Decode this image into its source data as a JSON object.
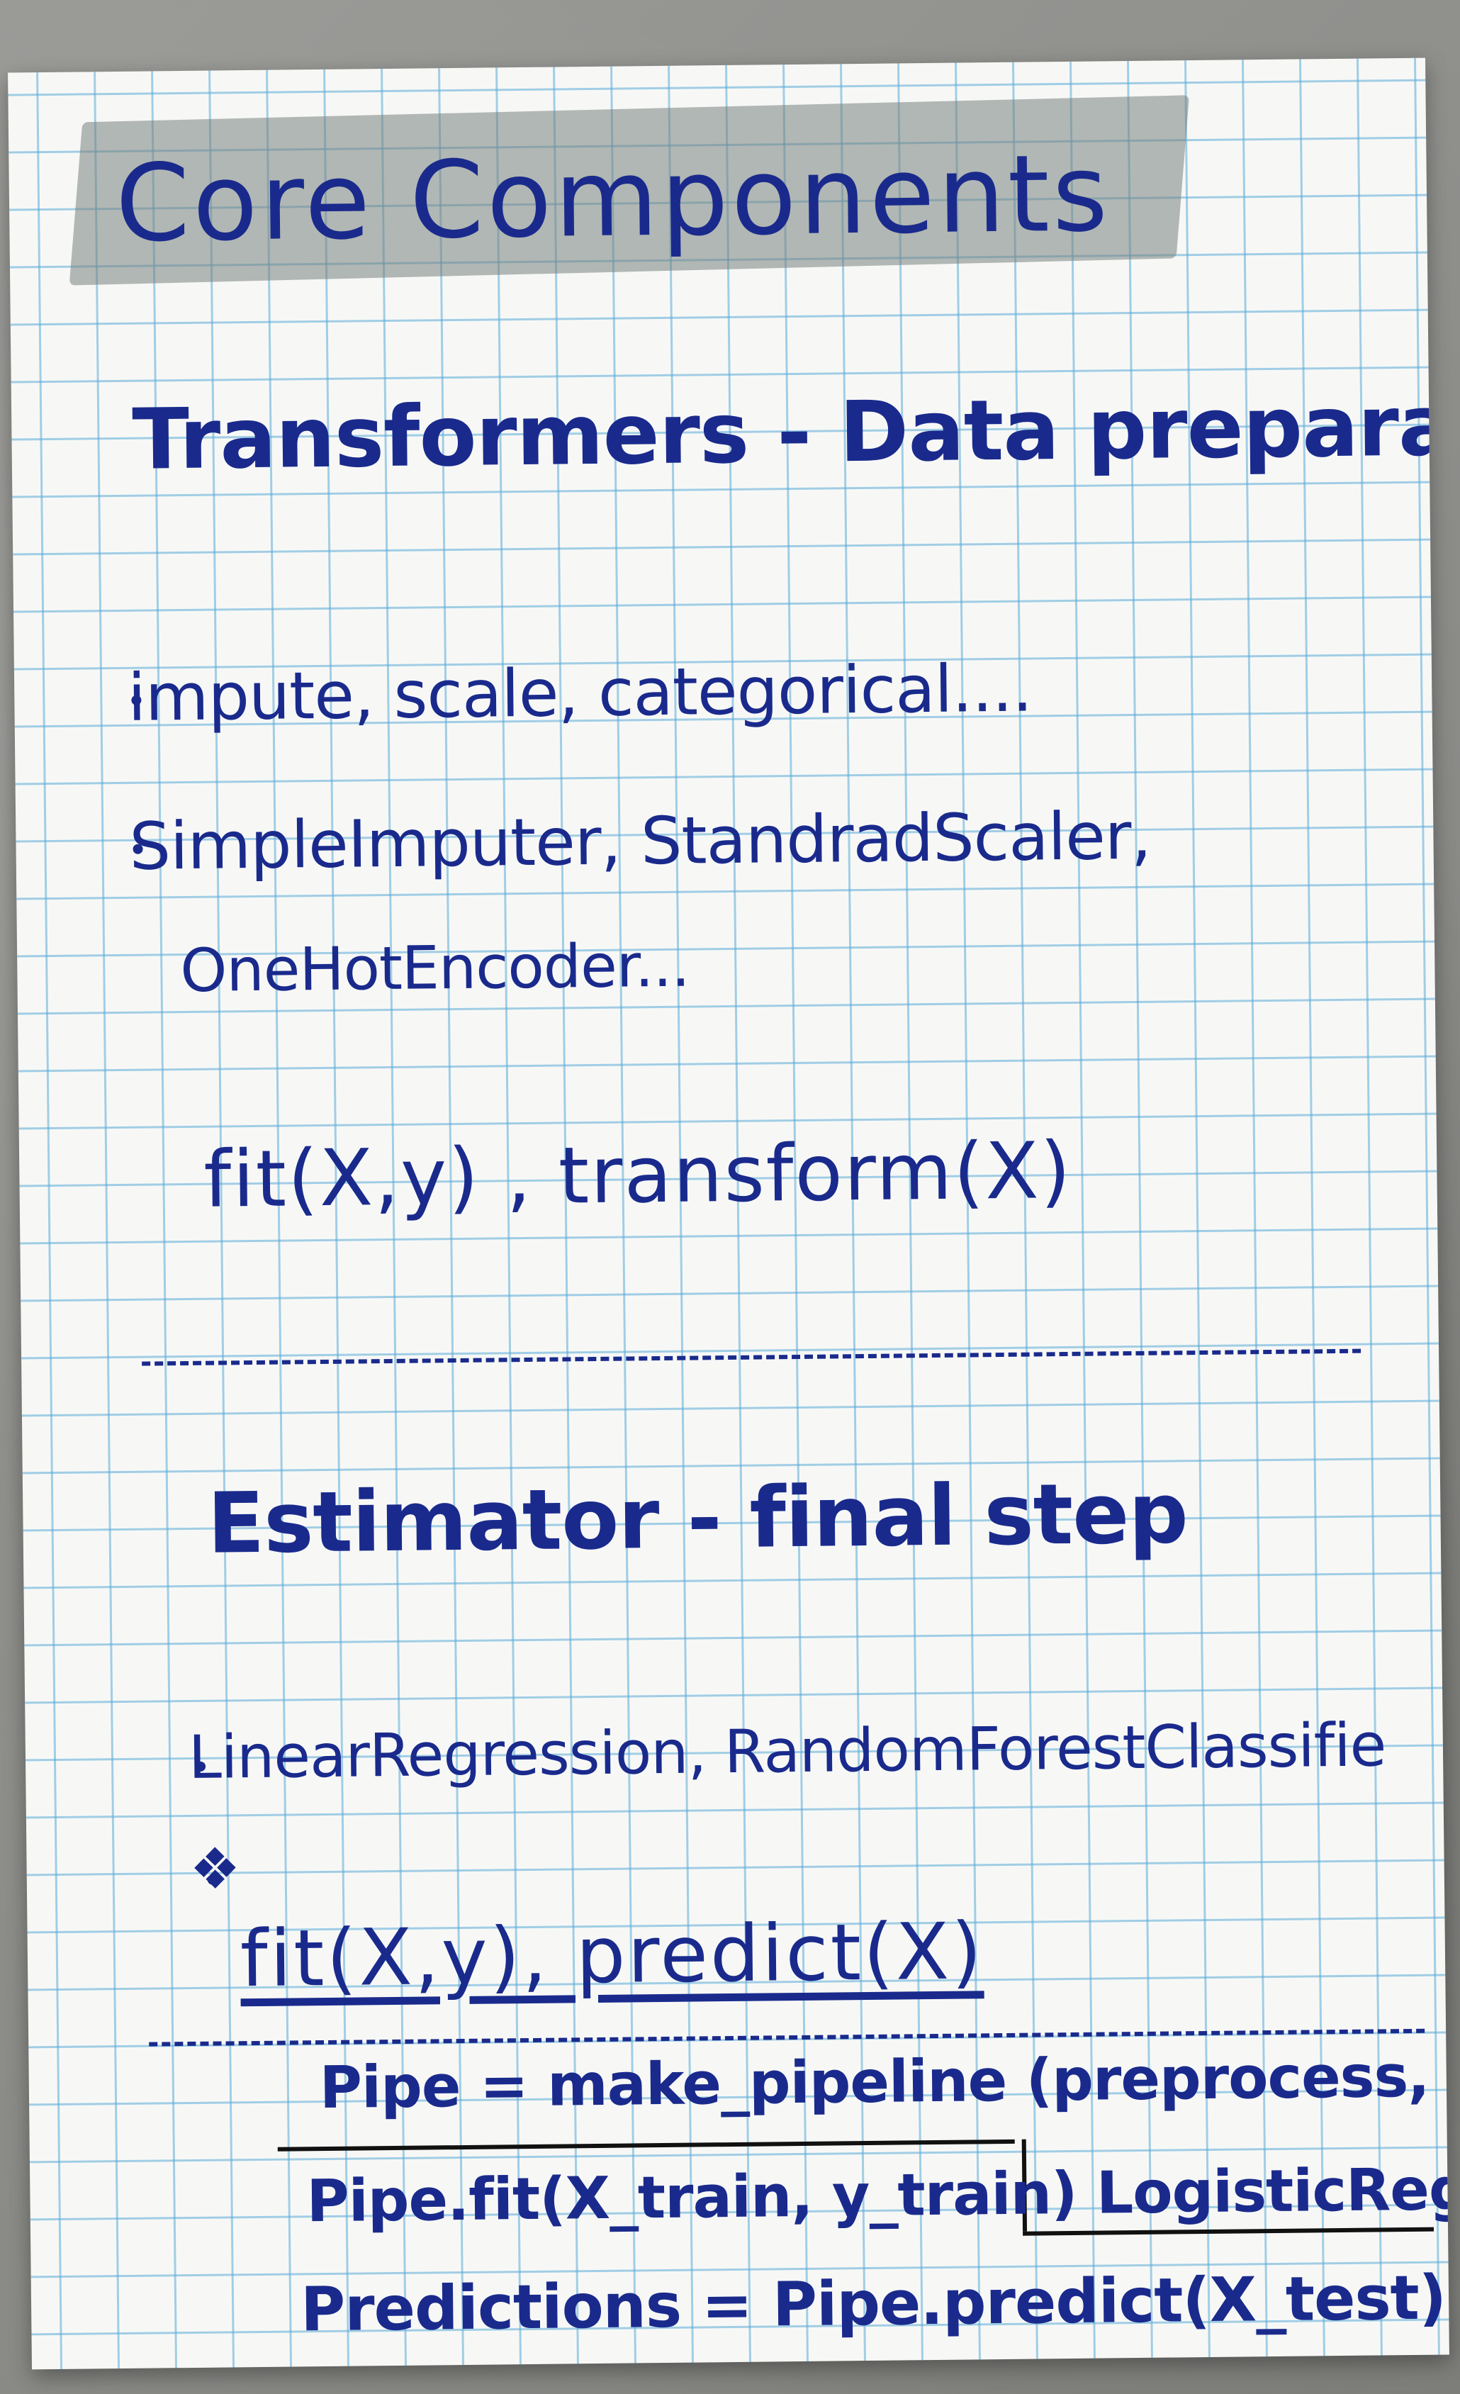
{
  "card": {
    "title": "Core Components",
    "transformers_heading": "Transformers - Data preparation",
    "transformer_examples_1": "impute, scale, categorical....",
    "transformer_examples_2": "SimpleImputer, StandradScaler,",
    "transformer_examples_3": "OneHotEncoder...",
    "transformer_methods": "fit(X,y) , transform(X)",
    "estimator_heading": "Estimator - final step",
    "estimator_examples": "LinearRegression, RandomForestClassifie",
    "estimator_methods": "fit(X,y), predict(X)",
    "pipeline_line": "Pipe = make_pipeline (preprocess,",
    "pipeline_fit_line": "Pipe.fit(X_train, y_train) LogisticReg...)",
    "pipeline_predict_line": "Predictions = Pipe.predict(X_test)"
  },
  "colors": {
    "ink": "#1a2a8c",
    "grid": "#5aaad7",
    "paper": "#f7f8f6",
    "highlight": "#787d7d"
  }
}
